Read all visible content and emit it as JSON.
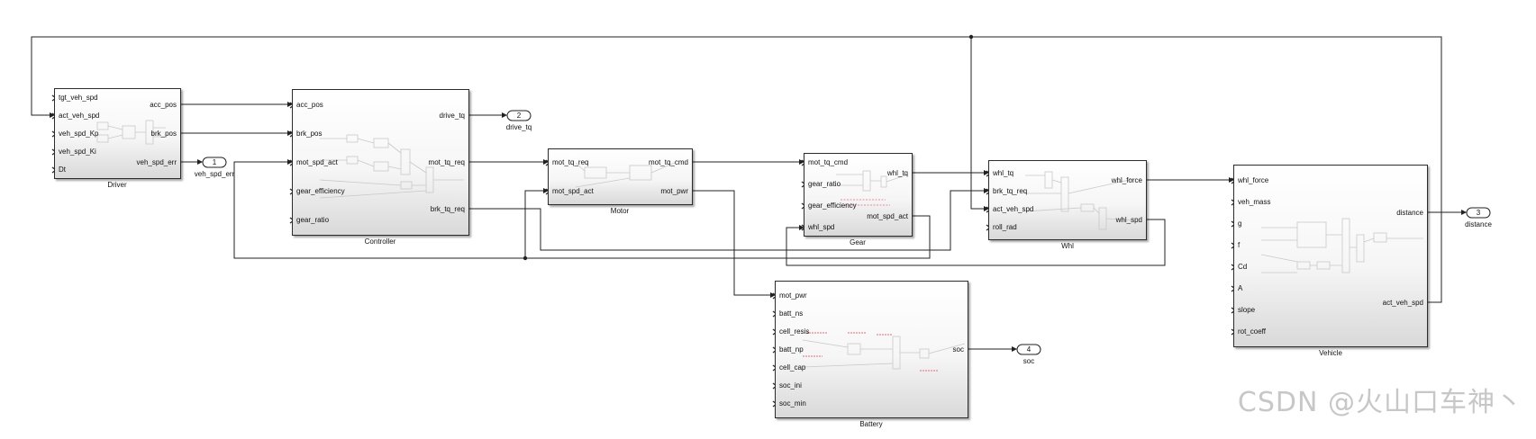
{
  "blocks": {
    "driver": {
      "name": "Driver",
      "inputs": [
        "tgt_veh_spd",
        "act_veh_spd",
        "veh_spd_Kp",
        "veh_spd_Ki",
        "Dt"
      ],
      "outputs": [
        "acc_pos",
        "brk_pos",
        "veh_spd_err"
      ]
    },
    "controller": {
      "name": "Controller",
      "inputs": [
        "acc_pos",
        "brk_pos",
        "mot_spd_act",
        "gear_efficiency",
        "gear_ratio"
      ],
      "outputs": [
        "drive_tq",
        "mot_tq_req",
        "brk_tq_req"
      ]
    },
    "motor": {
      "name": "Motor",
      "inputs": [
        "mot_tq_req",
        "mot_spd_act"
      ],
      "outputs": [
        "mot_tq_cmd",
        "mot_pwr"
      ]
    },
    "gear": {
      "name": "Gear",
      "inputs": [
        "mot_tq_cmd",
        "gear_ratio",
        "gear_efficiency",
        "whl_spd"
      ],
      "outputs": [
        "whl_tq",
        "mot_spd_act"
      ]
    },
    "whl": {
      "name": "Whl",
      "inputs": [
        "whl_tq",
        "brk_tq_req",
        "act_veh_spd",
        "roll_rad"
      ],
      "outputs": [
        "whl_force",
        "whl_spd"
      ]
    },
    "vehicle": {
      "name": "Vehicle",
      "inputs": [
        "whl_force",
        "veh_mass",
        "g",
        "f",
        "Cd",
        "A",
        "slope",
        "rot_coeff"
      ],
      "outputs": [
        "distance",
        "act_veh_spd"
      ]
    },
    "battery": {
      "name": "Battery",
      "inputs": [
        "mot_pwr",
        "batt_ns",
        "cell_resis",
        "batt_np",
        "cell_cap",
        "soc_ini",
        "soc_min"
      ],
      "outputs": [
        "soc"
      ]
    }
  },
  "outports": [
    {
      "number": "1",
      "label": "veh_spd_err"
    },
    {
      "number": "2",
      "label": "drive_tq"
    },
    {
      "number": "3",
      "label": "distance"
    },
    {
      "number": "4",
      "label": "soc"
    }
  ],
  "watermark": "CSDN @火山口车神丶"
}
